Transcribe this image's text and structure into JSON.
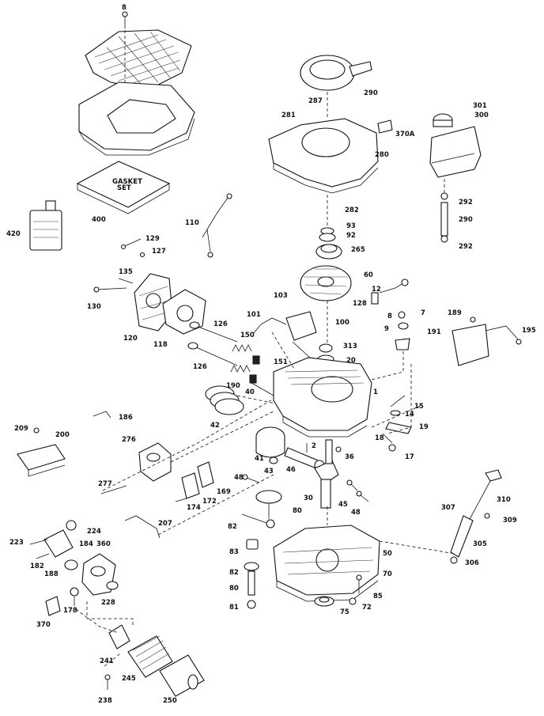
{
  "diagram": {
    "gasket_set_label": [
      "GASKET",
      "SET"
    ],
    "part_numbers": {
      "p8": "8",
      "p400": "400",
      "p420": "420",
      "p129": "129",
      "p127": "127",
      "p110": "110",
      "p135": "135",
      "p130": "130",
      "p120": "120",
      "p118": "118",
      "p126": "126",
      "p126b": "126",
      "p101": "101",
      "p150": "150",
      "p151": "151",
      "p190": "190",
      "p40": "40",
      "p42": "42",
      "p287": "287",
      "p290": "290",
      "p281": "281",
      "p370a": "370A",
      "p280": "280",
      "p282": "282",
      "p93": "93",
      "p92": "92",
      "p265": "265",
      "p60": "60",
      "p103": "103",
      "p12": "12",
      "p128": "128",
      "p7": "7",
      "p8b": "8",
      "p9": "9",
      "p100": "100",
      "p313": "313",
      "p20": "20",
      "p1": "1",
      "p15": "15",
      "p14": "14",
      "p19": "19",
      "p18": "18",
      "p17": "17",
      "p2": "2",
      "p36": "36",
      "p41": "41",
      "p43": "43",
      "p46": "46",
      "p30": "30",
      "p45": "45",
      "p48": "48",
      "p48b": "48",
      "p301": "301",
      "p300": "300",
      "p292": "292",
      "p290b": "290",
      "p292b": "292",
      "p189": "189",
      "p191": "191",
      "p195": "195",
      "p209": "209",
      "p200": "200",
      "p186": "186",
      "p276": "276",
      "p277": "277",
      "p172": "172",
      "p169": "169",
      "p174": "174",
      "p207": "207",
      "p82": "82",
      "p80": "80",
      "p83": "83",
      "p82b": "82",
      "p80b": "80",
      "p81": "81",
      "p50": "50",
      "p70": "70",
      "p85": "85",
      "p75": "75",
      "p72": "72",
      "p310": "310",
      "p307": "307",
      "p309": "309",
      "p305": "305",
      "p306": "306",
      "p223": "223",
      "p224": "224",
      "p182": "182",
      "p188": "188",
      "p184": "184",
      "p360": "360",
      "p228": "228",
      "p178": "178",
      "p370": "370",
      "p241": "241",
      "p245": "245",
      "p238": "238",
      "p250": "250"
    }
  }
}
